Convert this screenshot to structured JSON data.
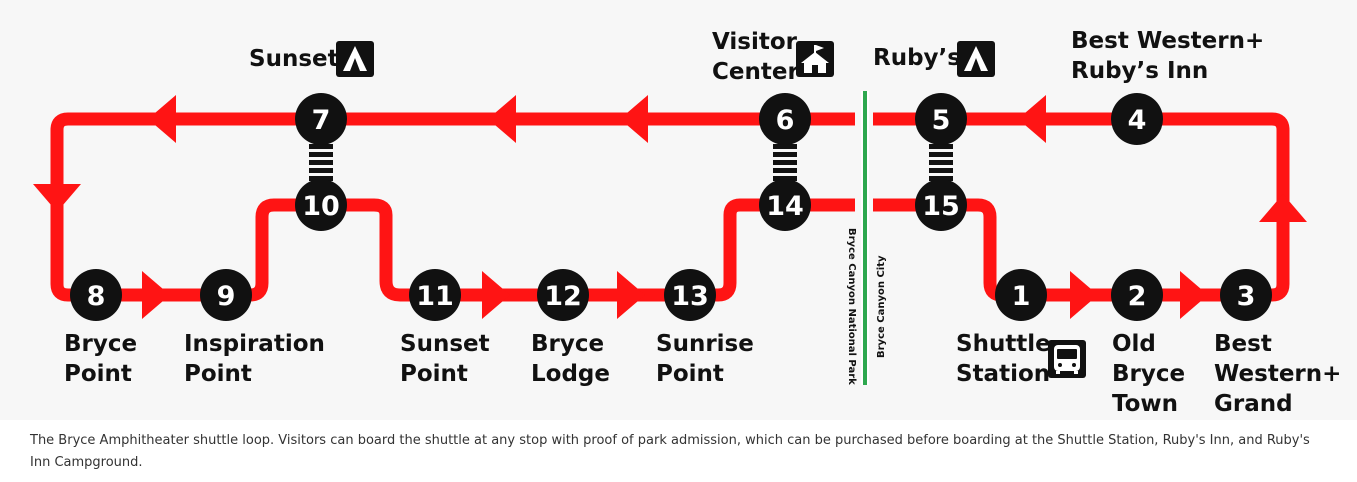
{
  "colors": {
    "route": "#ff1414",
    "stop": "#111111",
    "border": "#2ea84f",
    "text": "#111111"
  },
  "stops": [
    {
      "num": "1",
      "label": [
        "Shuttle",
        "Station"
      ],
      "icon": "bus-icon"
    },
    {
      "num": "2",
      "label": [
        "Old",
        "Bryce",
        "Town"
      ]
    },
    {
      "num": "3",
      "label": [
        "Best",
        "Western+",
        "Grand"
      ]
    },
    {
      "num": "4",
      "label": [
        "Best Western+",
        "Ruby’s Inn"
      ]
    },
    {
      "num": "5",
      "label": [
        "Ruby’s"
      ],
      "icon": "campground-icon"
    },
    {
      "num": "6",
      "label": [
        "Visitor",
        "Center"
      ],
      "icon": "visitor-center-icon"
    },
    {
      "num": "7",
      "label": [
        "Sunset"
      ],
      "icon": "campground-icon"
    },
    {
      "num": "8",
      "label": [
        "Bryce",
        "Point"
      ]
    },
    {
      "num": "9",
      "label": [
        "Inspiration",
        "Point"
      ]
    },
    {
      "num": "10",
      "label": []
    },
    {
      "num": "11",
      "label": [
        "Sunset",
        "Point"
      ]
    },
    {
      "num": "12",
      "label": [
        "Bryce",
        "Lodge"
      ]
    },
    {
      "num": "13",
      "label": [
        "Sunrise",
        "Point"
      ]
    },
    {
      "num": "14",
      "label": []
    },
    {
      "num": "15",
      "label": []
    }
  ],
  "border": {
    "left_label": "Bryce Canyon National Park",
    "right_label": "Bryce Canyon City"
  },
  "caption": "The Bryce Amphitheater shuttle loop. Visitors can board the shuttle at any stop with proof of park admission, which can be purchased before boarding at the Shuttle Station, Ruby's Inn, and Ruby's Inn Campground."
}
